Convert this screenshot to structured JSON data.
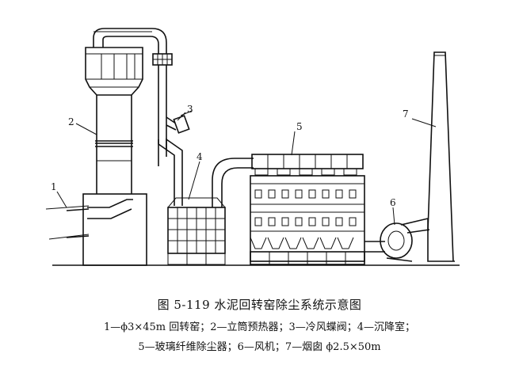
{
  "figure": {
    "labels": {
      "n1": "1",
      "n2": "2",
      "n3": "3",
      "n4": "4",
      "n5": "5",
      "n6": "6",
      "n7": "7"
    }
  },
  "caption": {
    "title": "图 5-119   水泥回转窑除尘系统示意图",
    "legend_line1": "1—ϕ3×45m 回转窑；2—立筒预热器；3—冷风蝶阀；4—沉降室；",
    "legend_line2": "5—玻璃纤维除尘器；6—风机；7—烟囱 ϕ2.5×50m"
  }
}
